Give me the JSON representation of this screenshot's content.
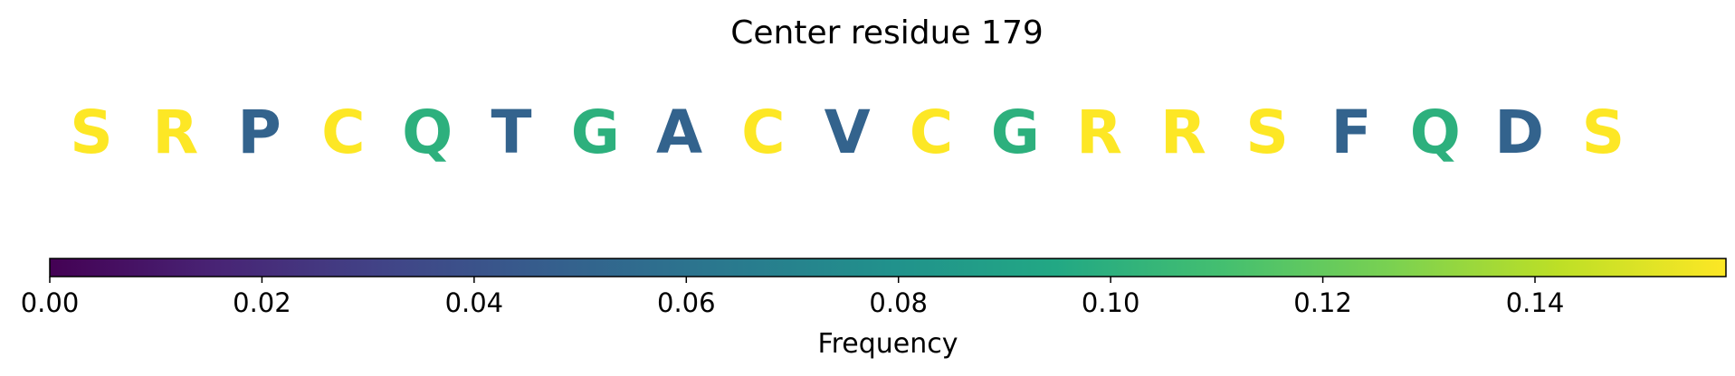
{
  "chart_data": {
    "type": "sequence-colorbar",
    "title": "Center residue 179",
    "residues": [
      {
        "letter": "S",
        "frequency": 0.158
      },
      {
        "letter": "R",
        "frequency": 0.158
      },
      {
        "letter": "P",
        "frequency": 0.05
      },
      {
        "letter": "C",
        "frequency": 0.158
      },
      {
        "letter": "Q",
        "frequency": 0.1
      },
      {
        "letter": "T",
        "frequency": 0.05
      },
      {
        "letter": "G",
        "frequency": 0.1
      },
      {
        "letter": "A",
        "frequency": 0.05
      },
      {
        "letter": "C",
        "frequency": 0.158
      },
      {
        "letter": "V",
        "frequency": 0.05
      },
      {
        "letter": "C",
        "frequency": 0.158
      },
      {
        "letter": "G",
        "frequency": 0.1
      },
      {
        "letter": "R",
        "frequency": 0.158
      },
      {
        "letter": "R",
        "frequency": 0.158
      },
      {
        "letter": "S",
        "frequency": 0.158
      },
      {
        "letter": "F",
        "frequency": 0.05
      },
      {
        "letter": "Q",
        "frequency": 0.1
      },
      {
        "letter": "D",
        "frequency": 0.05
      },
      {
        "letter": "S",
        "frequency": 0.158
      }
    ],
    "colorbar": {
      "colormap": "viridis",
      "range": [
        0,
        0.158
      ],
      "ticks": [
        0.0,
        0.02,
        0.04,
        0.06,
        0.08,
        0.1,
        0.12,
        0.14
      ],
      "tick_labels": [
        "0.00",
        "0.02",
        "0.04",
        "0.06",
        "0.08",
        "0.10",
        "0.12",
        "0.14"
      ],
      "label": "Frequency",
      "orientation": "horizontal"
    }
  }
}
